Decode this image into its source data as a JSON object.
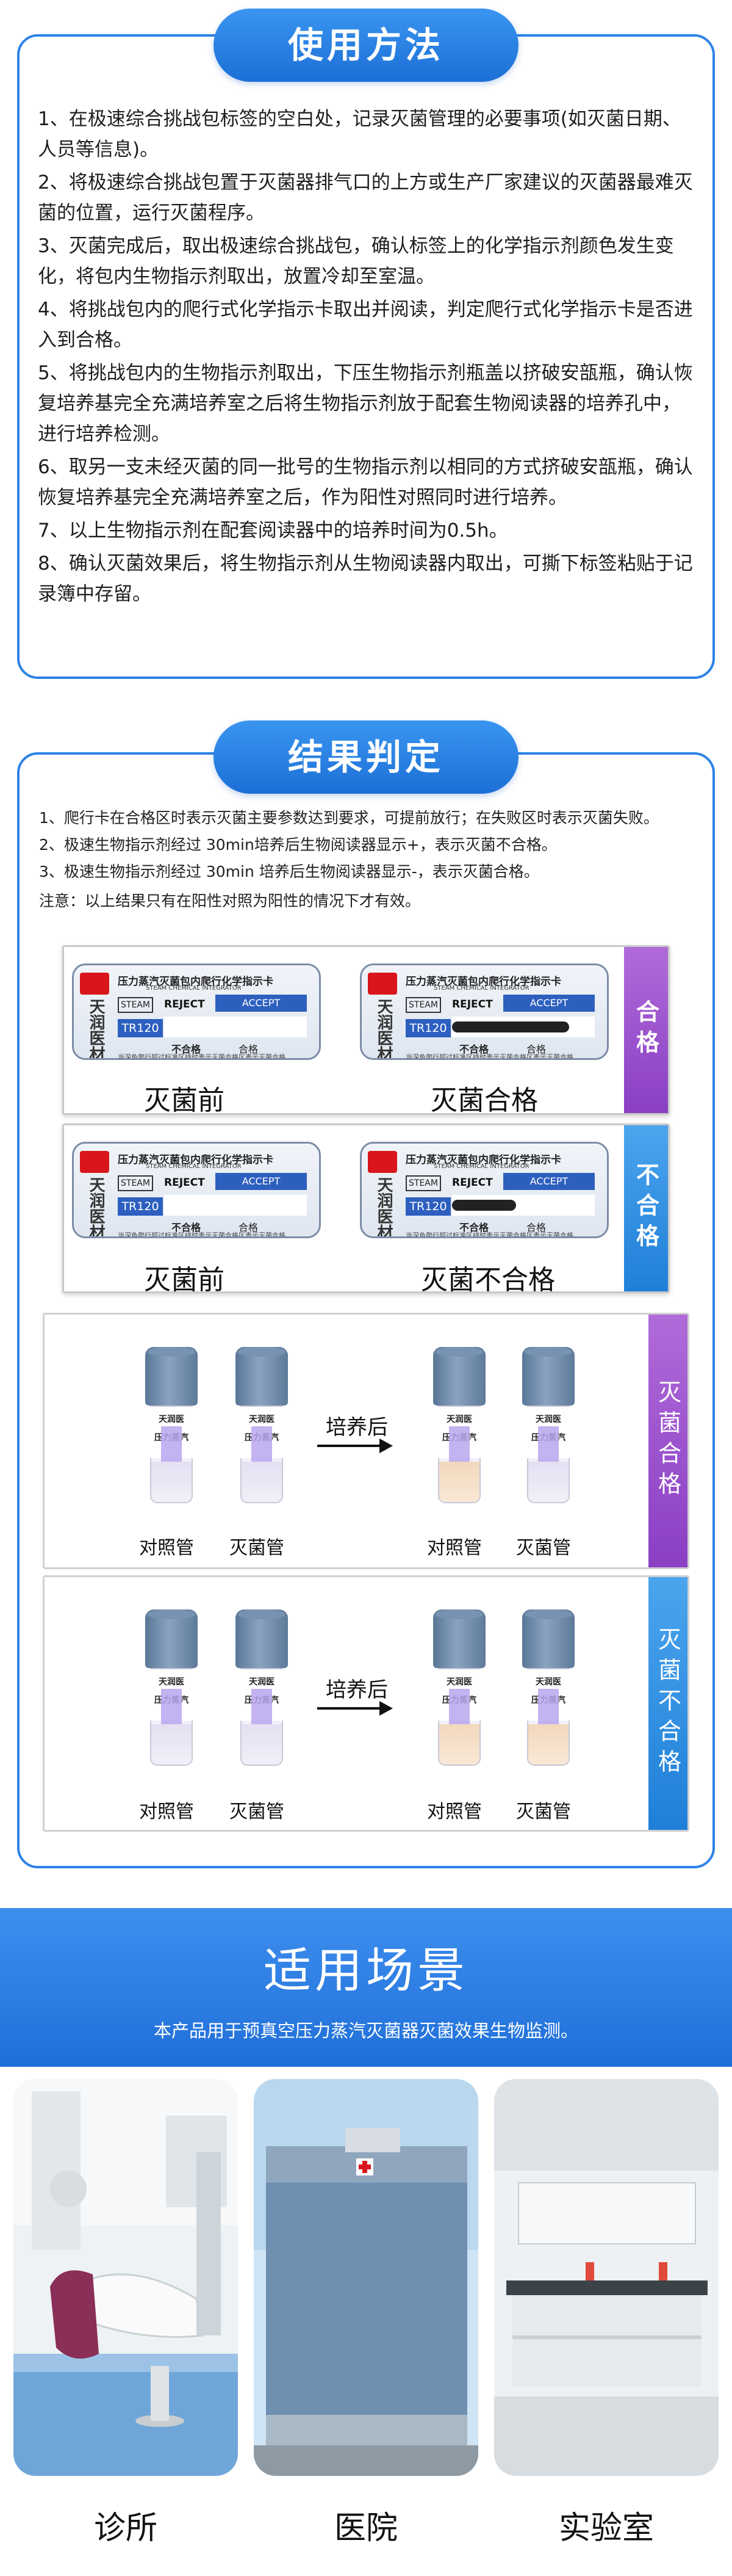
{
  "usage": {
    "title": "使用方法",
    "steps": [
      "1、在极速综合挑战包标签的空白处，记录灭菌管理的必要事项(如灭菌日期、人员等信息)。",
      "2、将极速综合挑战包置于灭菌器排气口的上方或生产厂家建议的灭菌器最难灭菌的位置，运行灭菌程序。",
      "3、灭菌完成后，取出极速综合挑战包，确认标签上的化学指示剂颜色发生变化，将包内生物指示剂取出，放置冷却至室温。",
      "4、将挑战包内的爬行式化学指示卡取出并阅读，判定爬行式化学指示卡是否进入到合格。",
      "5、将挑战包内的生物指示剂取出，下压生物指示剂瓶盖以挤破安瓿瓶，确认恢复培养基完全充满培养室之后将生物指示剂放于配套生物阅读器的培养孔中，进行培养检测。",
      "6、取另一支未经灭菌的同一批号的生物指示剂以相同的方式挤破安瓿瓶，确认恢复培养基完全充满培养室之后，作为阳性对照同时进行培养。",
      "7、以上生物指示剂在配套阅读器中的培养时间为0.5h。",
      "8、确认灭菌效果后，将生物指示剂从生物阅读器内取出，可撕下标签粘贴于记录簿中存留。"
    ]
  },
  "results": {
    "title": "结果判定",
    "notes": [
      "1、爬行卡在合格区时表示灭菌主要参数达到要求，可提前放行；在失败区时表示灭菌失败。",
      "2、极速生物指示剂经过 30min培养后生物阅读器显示+，表示灭菌不合格。",
      "3、极速生物指示剂经过 30min 培养后生物阅读器显示-，表示灭菌合格。",
      "注意：以上结果只有在阳性对照为阳性的情况下才有效。"
    ],
    "card": {
      "title": "压力蒸汽灭菌包内爬行化学指示卡",
      "subtitle": "STEAM CHEMICAL INTEGRATOR",
      "brand": "天润医材",
      "steam": "STEAM",
      "reject": "REJECT",
      "accept": "ACCEPT",
      "model": "TR120",
      "fail": "不合格",
      "pass": "合格",
      "hint": "当深色爬行超过标准区线时表示灭菌合格区表示灭菌合格"
    },
    "panel_pass": {
      "tag": "合格",
      "before": "灭菌前",
      "after": "灭菌合格",
      "bar_fraction": 0.82
    },
    "panel_fail": {
      "tag": "不合格",
      "before": "灭菌前",
      "after": "灭菌不合格",
      "bar_fraction": 0.45
    },
    "tube_brand": "天润医",
    "tube_sub": "压力蒸汽",
    "tubes_pass": {
      "tag": "灭菌合格",
      "control": "对照管",
      "sterilized": "灭菌管",
      "arrow": "培养后"
    },
    "tubes_fail": {
      "tag": "灭菌不合格",
      "control": "对照管",
      "sterilized": "灭菌管",
      "arrow": "培养后"
    }
  },
  "scenarios": {
    "title": "适用场景",
    "subtitle": "本产品用于预真空压力蒸汽灭菌器灭菌效果生物监测。",
    "items": [
      "诊所",
      "医院",
      "实验室"
    ]
  },
  "colors": {
    "accent": "#2d82e6",
    "pass_tag": "#9b4fcf",
    "fail_tag": "#2f8fe0"
  }
}
